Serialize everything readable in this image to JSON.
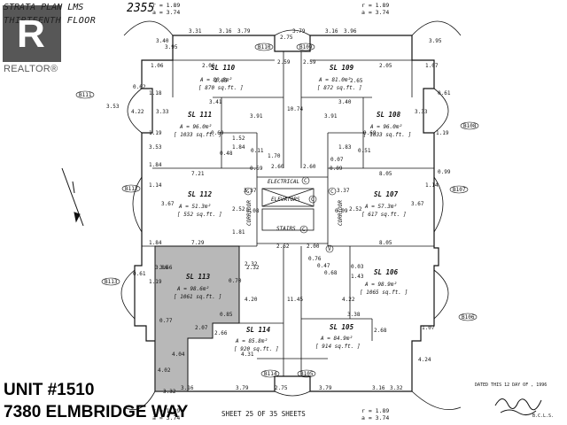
{
  "header": {
    "plan_prefix": "STRATA PLAN LMS",
    "plan_number": "2355",
    "floor": "THIRTEENTH FLOOR"
  },
  "logo": {
    "text": "REALTOR®",
    "letter": "R"
  },
  "caption": {
    "unit": "UNIT #1510",
    "address": "7380 ELMBRIDGE WAY"
  },
  "footer": {
    "sheet": "SHEET 25 OF 35 SHEETS",
    "dated": "DATED THIS  12  DAY OF",
    "year": ", 1996",
    "bcls": "B.C.L.S."
  },
  "corner_notes": {
    "top_right_r": "r = 1.89",
    "top_right_a": "a = 3.74",
    "top_left_r": "r = 1.89",
    "top_left_a": "a = 3.74",
    "bottom_left_r": "r = 1.89",
    "bottom_left_a": "a = 3.74",
    "bottom_right_r": "r = 1.89",
    "bottom_right_a": "a = 3.74"
  },
  "units": [
    {
      "name": "SL 110",
      "area": "A = 80.8m²",
      "sqft": "[ 870 sq.ft. ]"
    },
    {
      "name": "SL 109",
      "area": "A = 81.0m²",
      "sqft": "[ 872 sq.ft. ]"
    },
    {
      "name": "SL 111",
      "area": "A = 96.0m²",
      "sqft": "[ 1033 sq.ft. ]"
    },
    {
      "name": "SL 108",
      "area": "A = 96.0m²",
      "sqft": "[ 1033 sq.ft. ]"
    },
    {
      "name": "SL 112",
      "area": "A = 51.3m²",
      "sqft": "[ 552 sq.ft. ]"
    },
    {
      "name": "SL 107",
      "area": "A = 57.3m²",
      "sqft": "[ 617 sq.ft. ]"
    },
    {
      "name": "SL 113",
      "area": "A = 98.6m²",
      "sqft": "[ 1061 sq.ft. ]"
    },
    {
      "name": "SL 106",
      "area": "A = 98.9m²",
      "sqft": "[ 1065 sq.ft. ]"
    },
    {
      "name": "SL 114",
      "area": "A = 85.8m²",
      "sqft": "[ 920 sq.ft. ]"
    },
    {
      "name": "SL 105",
      "area": "A = 84.9m²",
      "sqft": "[ 914 sq.ft. ]"
    }
  ],
  "common": {
    "electrical": "ELECTRICAL",
    "elevators": "ELEVATORS",
    "stairs": "STAIRS",
    "corridor": "CORRIDOR",
    "c_mark": "C",
    "v_mark": "V"
  },
  "balconies": [
    "B111",
    "B110",
    "B109",
    "B108",
    "B112",
    "B107",
    "B113",
    "B106",
    "B114",
    "B105"
  ],
  "dims": [
    "3.31",
    "3.16",
    "3.79",
    "2.75",
    "3.79",
    "3.16",
    "3.96",
    "2.59",
    "2.59",
    "3.40",
    "3.95",
    "3.95",
    "1.06",
    "2.06",
    "2.65",
    "2.65",
    "2.05",
    "1.07",
    "0.62",
    "1.18",
    "0.61",
    "3.53",
    "4.22",
    "3.41",
    "3.40",
    "3.33",
    "3.91",
    "10.74",
    "3.91",
    "3.33",
    "1.19",
    "0.69",
    "0.69",
    "1.19",
    "3.53",
    "1.52",
    "1.84",
    "1.83",
    "0.51",
    "1.70",
    "0.48",
    "0.11",
    "0.59",
    "0.09",
    "0.07",
    "1.84",
    "7.21",
    "2.60",
    "2.60",
    "8.05",
    "0.99",
    "3.67",
    "2.52",
    "3.37",
    "3.37",
    "2.52",
    "3.67",
    "0.08",
    "0.09",
    "1.14",
    "1.14",
    "7.29",
    "1.81",
    "2.62",
    "2.00",
    "8.05",
    "1.84",
    "3.86",
    "2.32",
    "2.32",
    "3.66",
    "0.61",
    "1.19",
    "1.43",
    "0.70",
    "0.03",
    "0.47",
    "0.76",
    "0.68",
    "4.20",
    "4.22",
    "11.45",
    "1.07",
    "3.38",
    "0.85",
    "0.77",
    "2.07",
    "2.66",
    "2.68",
    "4.31",
    "4.04",
    "4.02",
    "4.24",
    "3.32",
    "3.16",
    "3.79",
    "2.75",
    "3.79",
    "3.16",
    "3.32"
  ]
}
